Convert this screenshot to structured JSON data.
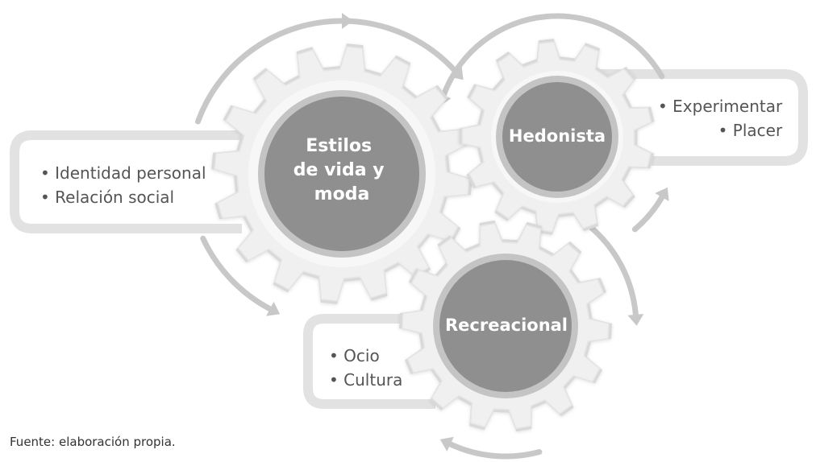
{
  "colors": {
    "gear_face": "#f0f0f0",
    "gear_shade": "#d9d9d9",
    "hub": "#8f8f8f",
    "hub_ring": "#c4c4c4",
    "arrows": "#c8c8c8",
    "callout_border": "#e2e2e2",
    "text": "#555555"
  },
  "gears": {
    "estilos": {
      "label_lines": [
        "Estilos",
        "de vida y",
        "moda"
      ]
    },
    "hedonista": {
      "label_lines": [
        "Hedonista"
      ]
    },
    "recreacional": {
      "label_lines": [
        "Recreacional"
      ]
    }
  },
  "callouts": {
    "estilos": {
      "items": [
        "Identidad personal",
        "Relación social"
      ]
    },
    "hedonista": {
      "items": [
        "Experimentar",
        "Placer"
      ]
    },
    "recreacional": {
      "items": [
        "Ocio",
        "Cultura"
      ]
    }
  },
  "source_note": "Fuente: elaboración propia."
}
